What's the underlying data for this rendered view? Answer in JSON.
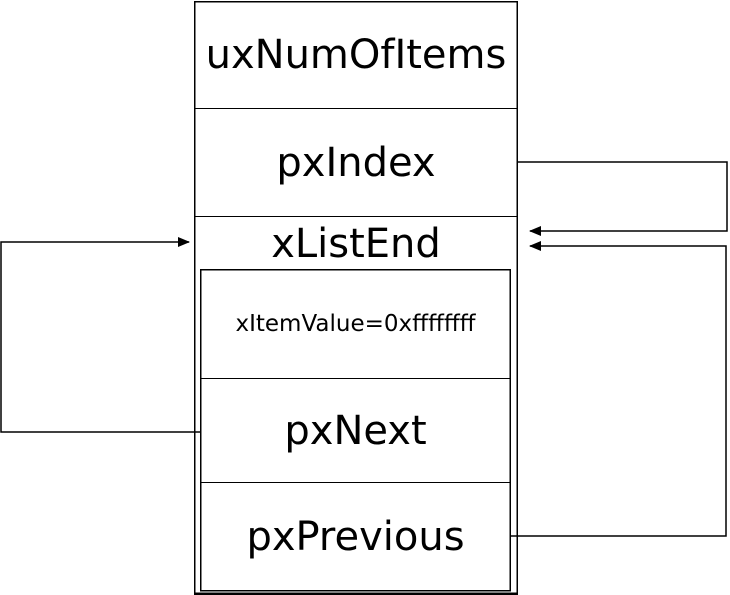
{
  "fields": {
    "num_of_items": "uxNumOfItems",
    "index": "pxIndex",
    "list_end": "xListEnd",
    "item_value": "xItemValue=0xffffffff",
    "next": "pxNext",
    "previous": "pxPrevious"
  }
}
